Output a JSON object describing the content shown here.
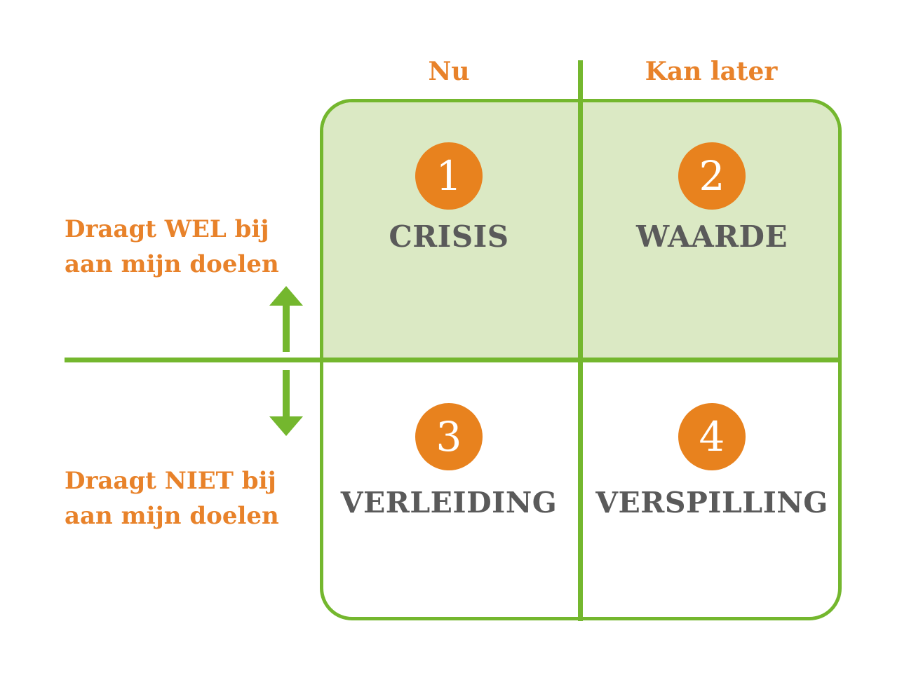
{
  "columns": {
    "now": "Nu",
    "later": "Kan later"
  },
  "rows": {
    "top": {
      "line1": "Draagt WEL bij",
      "line2": "aan mijn doelen"
    },
    "bottom": {
      "line1": "Draagt NIET bij",
      "line2": "aan mijn doelen"
    }
  },
  "quadrants": [
    {
      "number": "1",
      "label": "CRISIS"
    },
    {
      "number": "2",
      "label": "WAARDE"
    },
    {
      "number": "3",
      "label": "VERLEIDING"
    },
    {
      "number": "4",
      "label": "VERSPILLING"
    }
  ],
  "colors": {
    "accent_orange": "#e8821e",
    "line_green": "#74b72e",
    "top_fill": "#dbe9c4",
    "label_gray": "#5a5a5a"
  },
  "icons": [
    "arrow-up-icon",
    "arrow-down-icon"
  ]
}
